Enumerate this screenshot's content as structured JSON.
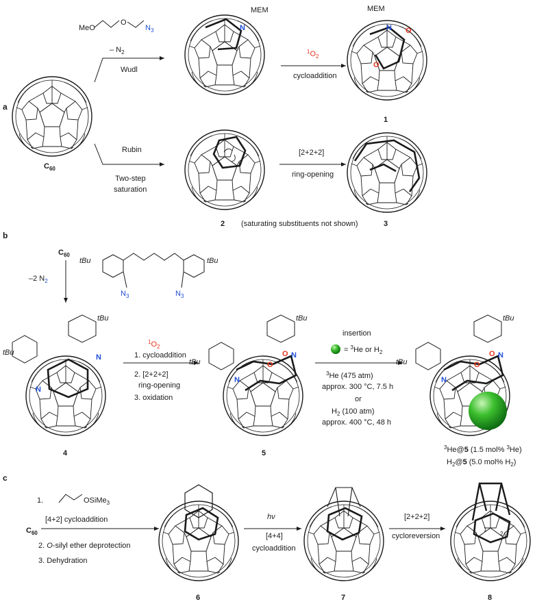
{
  "panels": {
    "a": "a",
    "b": "b",
    "c": "c"
  },
  "panel_a": {
    "reagent_top": "MeO",
    "azide_n3": "N",
    "azide_n3_sub": "3",
    "minus_n2": "– N",
    "minus_n2_sub": "2",
    "wudl": "Wudl",
    "mem": "MEM",
    "n_atom": "N",
    "o_atom": "O",
    "singlet_o2_sup": "1",
    "singlet_o2": "O",
    "singlet_o2_sub": "2",
    "cycloaddition": "cycloaddition",
    "compound_1": "1",
    "c60": "C",
    "c60_sub": "60",
    "rubin": "Rubin",
    "two_step": "Two-step",
    "saturation": "saturation",
    "cond_222": "[2+2+2]",
    "ring_opening": "ring-opening",
    "compound_2": "2",
    "compound_3": "3",
    "note": "(saturating substituents not shown)"
  },
  "panel_b": {
    "c60": "C",
    "c60_sub": "60",
    "minus_2n2": "–2 N",
    "minus_2n2_sub": "2",
    "tbu": "tBu",
    "n3": "N",
    "n3_sub": "3",
    "singlet_o2_sup": "1",
    "singlet_o2": "O",
    "singlet_o2_sub": "2",
    "step1": "1. cycloaddition",
    "step2": "2. [2+2+2]",
    "step2b": "ring-opening",
    "step3": "3. oxidation",
    "compound_4": "4",
    "compound_5": "5",
    "insertion": "insertion",
    "legend_eq": "= ",
    "legend_he": "He or H",
    "he_cond_1": "He (475 atm)",
    "he_cond_2": "approx. 300 °C, 7.5 h",
    "or": "or",
    "h2_cond_1": "H",
    "h2_cond_1b": " (100 atm)",
    "h2_cond_2": "approx. 400 °C, 48 h",
    "product_he": "He@",
    "product_he_num": "5",
    "product_he_pct": " (1.5 mol% ",
    "product_he_pct_end": "He)",
    "product_h2": "H",
    "product_h2_at": "@",
    "product_h2_num": "5",
    "product_h2_pct": " (5.0 mol% H",
    "product_h2_end": ")"
  },
  "panel_c": {
    "step1": "1.",
    "osime3": "OSiMe",
    "osime3_sub": "3",
    "step1b": "[4+2] cycloaddition",
    "c60": "C",
    "c60_sub": "60",
    "step2_pre": "2. ",
    "step2_o": "O",
    "step2_post": "-silyl ether deprotection",
    "step3": "3. Dehydration",
    "hv": "hν",
    "cond_44": "[4+4]",
    "cycloaddition": "cycloaddition",
    "cond_222": "[2+2+2]",
    "cycloreversion": "cycloreversion",
    "compound_6": "6",
    "compound_7": "7",
    "compound_8": "8",
    "pos_1": "1",
    "pos_2": "2"
  },
  "colors": {
    "nitrogen": "#1f4fd6",
    "oxygen": "#e8331c",
    "helium_sphere": "#2fae2f",
    "bond": "#1a1a1a"
  }
}
